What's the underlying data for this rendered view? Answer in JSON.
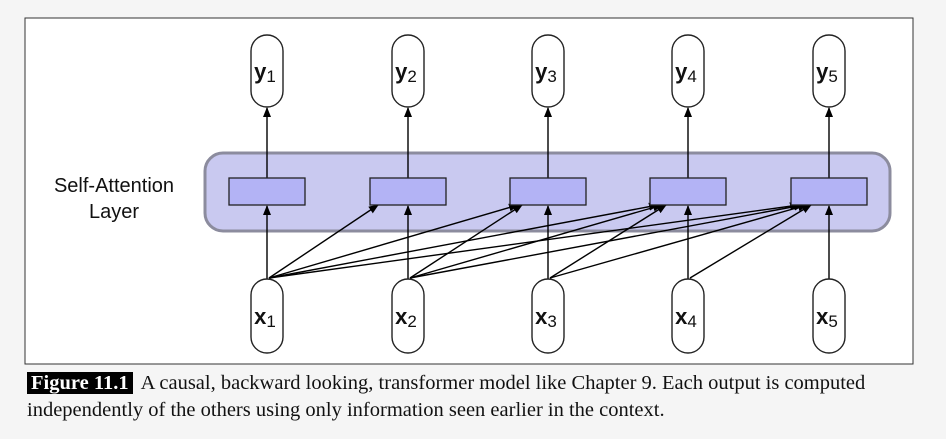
{
  "diagram": {
    "layer_label_line1": "Self-Attention",
    "layer_label_line2": "Layer",
    "outputs": [
      {
        "name": "y",
        "sub": "1"
      },
      {
        "name": "y",
        "sub": "2"
      },
      {
        "name": "y",
        "sub": "3"
      },
      {
        "name": "y",
        "sub": "4"
      },
      {
        "name": "y",
        "sub": "5"
      }
    ],
    "inputs": [
      {
        "name": "x",
        "sub": "1"
      },
      {
        "name": "x",
        "sub": "2"
      },
      {
        "name": "x",
        "sub": "3"
      },
      {
        "name": "x",
        "sub": "4"
      },
      {
        "name": "x",
        "sub": "5"
      }
    ],
    "attention_edges": [
      [
        0,
        0
      ],
      [
        0,
        1
      ],
      [
        0,
        2
      ],
      [
        0,
        3
      ],
      [
        0,
        4
      ],
      [
        1,
        1
      ],
      [
        1,
        2
      ],
      [
        1,
        3
      ],
      [
        1,
        4
      ],
      [
        2,
        2
      ],
      [
        2,
        3
      ],
      [
        2,
        4
      ],
      [
        3,
        3
      ],
      [
        3,
        4
      ],
      [
        4,
        4
      ]
    ],
    "colors": {
      "layer_fill": "#c9c9f0",
      "layer_stroke": "#8c8c9e",
      "block_fill": "#b3b3f5",
      "line": "#000000"
    }
  },
  "caption": {
    "label": "Figure 11.1",
    "text": "A causal, backward looking, transformer model like Chapter 9. Each output is computed independently of the others using only information seen earlier in the context."
  }
}
